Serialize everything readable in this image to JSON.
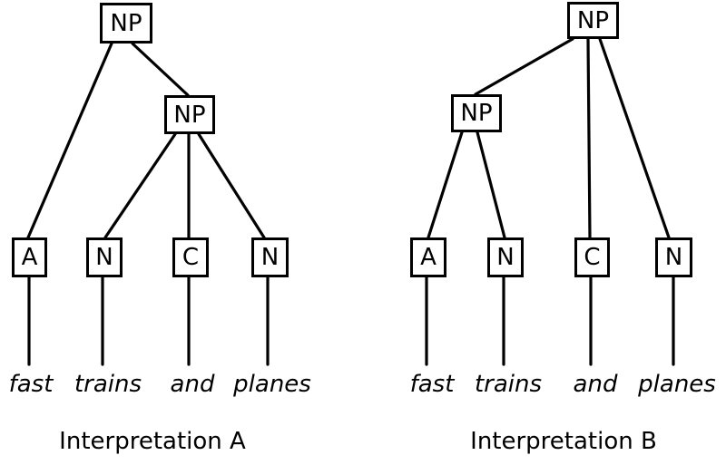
{
  "figure": {
    "background": "#ffffff",
    "ink": "#000000",
    "phrase": "fast trains and planes",
    "trees": [
      {
        "caption": "Interpretation A",
        "nodes": [
          {
            "id": "np-root",
            "label": "NP"
          },
          {
            "id": "np-inner",
            "label": "NP"
          },
          {
            "id": "leaf-a",
            "label": "A"
          },
          {
            "id": "leaf-n1",
            "label": "N"
          },
          {
            "id": "leaf-c",
            "label": "C"
          },
          {
            "id": "leaf-n2",
            "label": "N"
          }
        ],
        "edges": [
          {
            "from": "np-root",
            "to": "leaf-a"
          },
          {
            "from": "np-root",
            "to": "np-inner"
          },
          {
            "from": "np-inner",
            "to": "leaf-n1"
          },
          {
            "from": "np-inner",
            "to": "leaf-c"
          },
          {
            "from": "np-inner",
            "to": "leaf-n2"
          }
        ],
        "words": [
          {
            "text": "fast",
            "under": "leaf-a"
          },
          {
            "text": "trains",
            "under": "leaf-n1"
          },
          {
            "text": "and",
            "under": "leaf-c"
          },
          {
            "text": "planes",
            "under": "leaf-n2"
          }
        ]
      },
      {
        "caption": "Interpretation B",
        "nodes": [
          {
            "id": "np-root",
            "label": "NP"
          },
          {
            "id": "np-inner",
            "label": "NP"
          },
          {
            "id": "leaf-a",
            "label": "A"
          },
          {
            "id": "leaf-n1",
            "label": "N"
          },
          {
            "id": "leaf-c",
            "label": "C"
          },
          {
            "id": "leaf-n2",
            "label": "N"
          }
        ],
        "edges": [
          {
            "from": "np-root",
            "to": "np-inner"
          },
          {
            "from": "np-root",
            "to": "leaf-c"
          },
          {
            "from": "np-root",
            "to": "leaf-n2"
          },
          {
            "from": "np-inner",
            "to": "leaf-a"
          },
          {
            "from": "np-inner",
            "to": "leaf-n1"
          }
        ],
        "words": [
          {
            "text": "fast",
            "under": "leaf-a"
          },
          {
            "text": "trains",
            "under": "leaf-n1"
          },
          {
            "text": "and",
            "under": "leaf-c"
          },
          {
            "text": "planes",
            "under": "leaf-n2"
          }
        ]
      }
    ]
  }
}
